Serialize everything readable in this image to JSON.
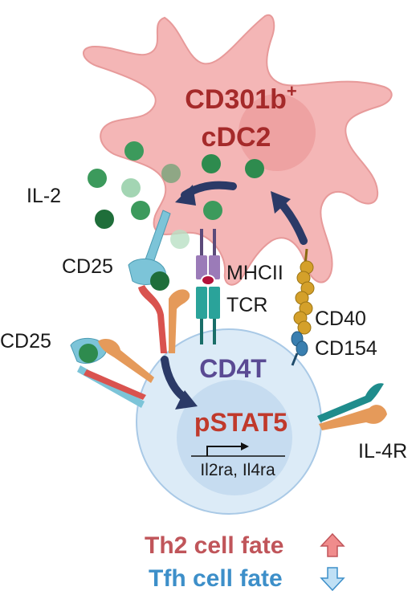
{
  "dc": {
    "title_line1": "CD301b",
    "title_sup": "+",
    "title_line2": "cDC2",
    "fill": "#f4b6b6",
    "nucleus_fill": "#ec9b9b"
  },
  "tcell": {
    "label": "CD4T",
    "signal": "pSTAT5",
    "genes": "Il2ra, Il4ra",
    "fill": "#dcebf7",
    "nucleus_fill": "#c6dcf0"
  },
  "labels": {
    "il2": "IL-2",
    "cd25_top": "CD25",
    "cd25_left": "CD25",
    "mhcii": "MHCII",
    "tcr": "TCR",
    "cd40": "CD40",
    "cd154": "CD154",
    "il4r": "IL-4R"
  },
  "fates": {
    "th2": "Th2 cell fate",
    "tfh": "Tfh cell fate",
    "th2_direction": "up",
    "tfh_direction": "down"
  },
  "colors": {
    "arrow": "#2b3a67",
    "il2_ball": "#2e8b4e",
    "cd25_receptor": "#7cc4d8",
    "il4r_teal": "#1f8c8c",
    "il4r_orange": "#e59a5a",
    "red_chain": "#d9534f",
    "mhc": "#9b7bb8",
    "tcr": "#2aa39a",
    "cd40": "#d4a02a",
    "cd154": "#3a7fb0"
  }
}
